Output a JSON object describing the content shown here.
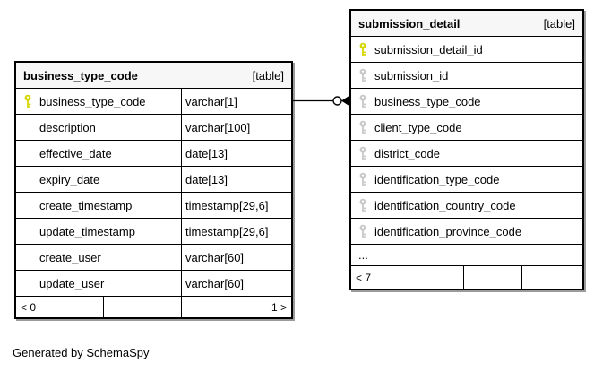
{
  "caption": "Generated by SchemaSpy",
  "colors": {
    "pk_key": "#d6d600",
    "fk_key": "#c8c8c8",
    "header_bg": "#f7f7f7",
    "border": "#000000",
    "shadow": "#9b9b9b"
  },
  "relationship": {
    "from_table": "business_type_code",
    "to_table": "submission_detail",
    "style": "zero-or-more-arrow"
  },
  "tables": [
    {
      "name": "business_type_code",
      "tag": "[table]",
      "columns": [
        {
          "name": "business_type_code",
          "type": "varchar[1]",
          "key": "pk"
        },
        {
          "name": "description",
          "type": "varchar[100]",
          "key": ""
        },
        {
          "name": "effective_date",
          "type": "date[13]",
          "key": ""
        },
        {
          "name": "expiry_date",
          "type": "date[13]",
          "key": ""
        },
        {
          "name": "create_timestamp",
          "type": "timestamp[29,6]",
          "key": ""
        },
        {
          "name": "update_timestamp",
          "type": "timestamp[29,6]",
          "key": ""
        },
        {
          "name": "create_user",
          "type": "varchar[60]",
          "key": ""
        },
        {
          "name": "update_user",
          "type": "varchar[60]",
          "key": ""
        }
      ],
      "footer": {
        "left": "< 0",
        "mid": "",
        "right": "1 >"
      }
    },
    {
      "name": "submission_detail",
      "tag": "[table]",
      "columns": [
        {
          "name": "submission_detail_id",
          "key": "pk"
        },
        {
          "name": "submission_id",
          "key": "fk"
        },
        {
          "name": "business_type_code",
          "key": "fk"
        },
        {
          "name": "client_type_code",
          "key": "fk"
        },
        {
          "name": "district_code",
          "key": "fk"
        },
        {
          "name": "identification_type_code",
          "key": "fk"
        },
        {
          "name": "identification_country_code",
          "key": "fk"
        },
        {
          "name": "identification_province_code",
          "key": "fk"
        }
      ],
      "ellipsis": "...",
      "footer": {
        "left": "< 7",
        "mid": "",
        "right": ""
      }
    }
  ]
}
